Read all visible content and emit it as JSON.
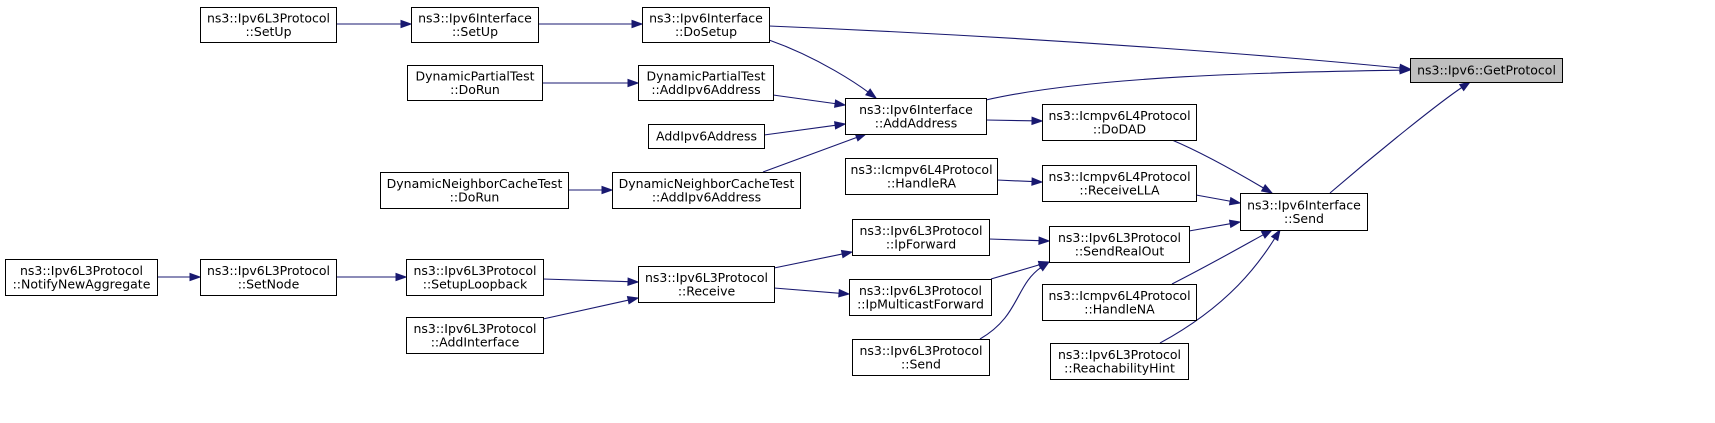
{
  "diagram": {
    "title": "ns3::Ipv6::GetProtocol",
    "nodes": [
      {
        "id": "root",
        "lines": [
          "ns3::Ipv6::GetProtocol"
        ],
        "root": true,
        "interactable": false
      },
      {
        "id": "l3_setup",
        "lines": [
          "ns3::Ipv6L3Protocol",
          "::SetUp"
        ],
        "interactable": true
      },
      {
        "id": "if_setup",
        "lines": [
          "ns3::Ipv6Interface",
          "::SetUp"
        ],
        "interactable": true
      },
      {
        "id": "if_dosetup",
        "lines": [
          "ns3::Ipv6Interface",
          "::DoSetup"
        ],
        "interactable": true
      },
      {
        "id": "dpt_dorun",
        "lines": [
          "DynamicPartialTest",
          "::DoRun"
        ],
        "interactable": true
      },
      {
        "id": "dpt_addaddr",
        "lines": [
          "DynamicPartialTest",
          "::AddIpv6Address"
        ],
        "interactable": true
      },
      {
        "id": "addipv6",
        "lines": [
          "AddIpv6Address"
        ],
        "interactable": true
      },
      {
        "id": "dnc_dorun",
        "lines": [
          "DynamicNeighborCacheTest",
          "::DoRun"
        ],
        "interactable": true
      },
      {
        "id": "dnc_addaddr",
        "lines": [
          "DynamicNeighborCacheTest",
          "::AddIpv6Address"
        ],
        "interactable": true
      },
      {
        "id": "if_addaddr",
        "lines": [
          "ns3::Ipv6Interface",
          "::AddAddress"
        ],
        "interactable": true
      },
      {
        "id": "icmp_dodad",
        "lines": [
          "ns3::Icmpv6L4Protocol",
          "::DoDAD"
        ],
        "interactable": true
      },
      {
        "id": "icmp_handlera",
        "lines": [
          "ns3::Icmpv6L4Protocol",
          "::HandleRA"
        ],
        "interactable": true
      },
      {
        "id": "icmp_recvlla",
        "lines": [
          "ns3::Icmpv6L4Protocol",
          "::ReceiveLLA"
        ],
        "interactable": true
      },
      {
        "id": "if_send",
        "lines": [
          "ns3::Ipv6Interface",
          "::Send"
        ],
        "interactable": true
      },
      {
        "id": "l3_ipfwd",
        "lines": [
          "ns3::Ipv6L3Protocol",
          "::IpForward"
        ],
        "interactable": true
      },
      {
        "id": "l3_sendreal",
        "lines": [
          "ns3::Ipv6L3Protocol",
          "::SendRealOut"
        ],
        "interactable": true
      },
      {
        "id": "l3_notify",
        "lines": [
          "ns3::Ipv6L3Protocol",
          "::NotifyNewAggregate"
        ],
        "interactable": true
      },
      {
        "id": "l3_setnode",
        "lines": [
          "ns3::Ipv6L3Protocol",
          "::SetNode"
        ],
        "interactable": true
      },
      {
        "id": "l3_setuplb",
        "lines": [
          "ns3::Ipv6L3Protocol",
          "::SetupLoopback"
        ],
        "interactable": true
      },
      {
        "id": "l3_receive",
        "lines": [
          "ns3::Ipv6L3Protocol",
          "::Receive"
        ],
        "interactable": true
      },
      {
        "id": "l3_ipmcast",
        "lines": [
          "ns3::Ipv6L3Protocol",
          "::IpMulticastForward"
        ],
        "interactable": true
      },
      {
        "id": "l3_addif",
        "lines": [
          "ns3::Ipv6L3Protocol",
          "::AddInterface"
        ],
        "interactable": true
      },
      {
        "id": "l3_send",
        "lines": [
          "ns3::Ipv6L3Protocol",
          "::Send"
        ],
        "interactable": true
      },
      {
        "id": "icmp_handlena",
        "lines": [
          "ns3::Icmpv6L4Protocol",
          "::HandleNA"
        ],
        "interactable": true
      },
      {
        "id": "l3_reach",
        "lines": [
          "ns3::Ipv6L3Protocol",
          "::ReachabilityHint"
        ],
        "interactable": true
      }
    ],
    "edges": [
      {
        "from": "l3_setup",
        "to": "if_setup"
      },
      {
        "from": "if_setup",
        "to": "if_dosetup"
      },
      {
        "from": "if_dosetup",
        "to": "root"
      },
      {
        "from": "if_dosetup",
        "to": "if_addaddr"
      },
      {
        "from": "dpt_dorun",
        "to": "dpt_addaddr"
      },
      {
        "from": "dpt_addaddr",
        "to": "if_addaddr"
      },
      {
        "from": "addipv6",
        "to": "if_addaddr"
      },
      {
        "from": "dnc_dorun",
        "to": "dnc_addaddr"
      },
      {
        "from": "dnc_addaddr",
        "to": "if_addaddr"
      },
      {
        "from": "if_addaddr",
        "to": "root"
      },
      {
        "from": "if_addaddr",
        "to": "icmp_dodad"
      },
      {
        "from": "icmp_dodad",
        "to": "if_send"
      },
      {
        "from": "icmp_handlera",
        "to": "icmp_recvlla"
      },
      {
        "from": "icmp_recvlla",
        "to": "if_send"
      },
      {
        "from": "if_send",
        "to": "root"
      },
      {
        "from": "l3_ipfwd",
        "to": "l3_sendreal"
      },
      {
        "from": "l3_sendreal",
        "to": "if_send"
      },
      {
        "from": "l3_notify",
        "to": "l3_setnode"
      },
      {
        "from": "l3_setnode",
        "to": "l3_setuplb"
      },
      {
        "from": "l3_setuplb",
        "to": "l3_receive"
      },
      {
        "from": "l3_addif",
        "to": "l3_receive"
      },
      {
        "from": "l3_receive",
        "to": "l3_ipfwd"
      },
      {
        "from": "l3_receive",
        "to": "l3_ipmcast"
      },
      {
        "from": "l3_ipmcast",
        "to": "l3_sendreal"
      },
      {
        "from": "l3_send",
        "to": "l3_sendreal"
      },
      {
        "from": "icmp_handlena",
        "to": "if_send"
      },
      {
        "from": "l3_reach",
        "to": "if_send"
      }
    ]
  },
  "colors": {
    "edge": "#191970",
    "node_fill": "#ffffff",
    "root_fill": "#bfbfbf",
    "node_border": "#000000"
  }
}
